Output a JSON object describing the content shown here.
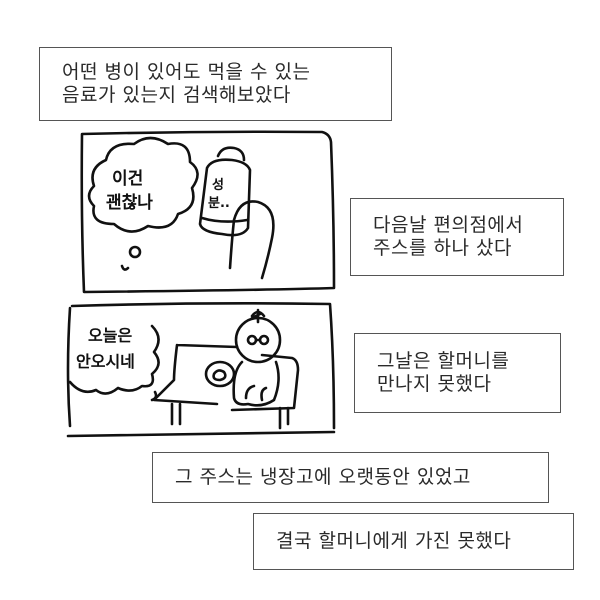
{
  "captions": [
    {
      "id": "caption-1",
      "lines": [
        "어떤 병이 있어도 먹을 수 있는",
        "음료가 있는지 검색해보았다"
      ]
    },
    {
      "id": "caption-2",
      "lines": [
        "다음날 편의점에서",
        "주스를 하나 샀다"
      ]
    },
    {
      "id": "caption-3",
      "lines": [
        "그날은 할머니를",
        "만나지 못했다"
      ]
    },
    {
      "id": "caption-4",
      "lines": [
        "그 주스는 냉장고에 오랫동안 있었고"
      ]
    },
    {
      "id": "caption-5",
      "lines": [
        "결국 할머니에게 가진 못했다"
      ]
    }
  ],
  "panel_1": {
    "thought_bubble_lines": [
      "이건",
      "괜찮나"
    ],
    "bottle_label_lines": [
      "성",
      "분.."
    ]
  },
  "panel_2": {
    "thought_bubble_lines": [
      "오늘은",
      "안오시네"
    ]
  },
  "colors": {
    "ink": "#111111",
    "caption_border": "#555555",
    "caption_text": "#2a2a2a",
    "background": "#ffffff"
  }
}
